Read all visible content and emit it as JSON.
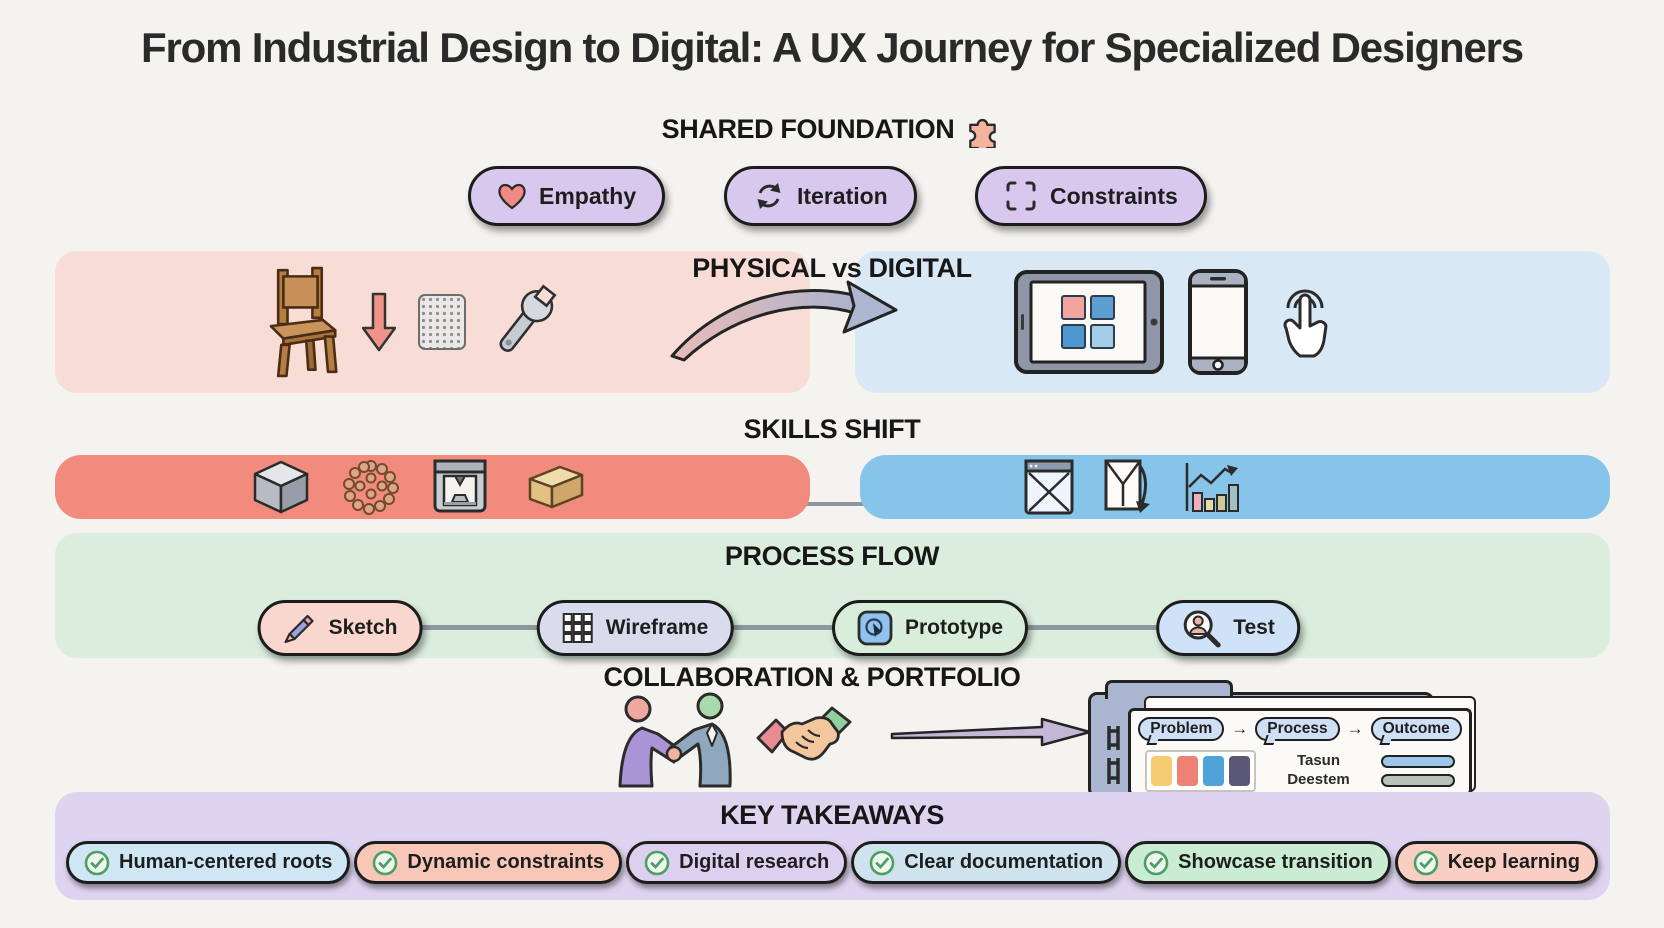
{
  "title": "From Industrial Design to Digital: A UX Journey for Specialized Designers",
  "foundation": {
    "heading": "SHARED FOUNDATION",
    "heading_icon": "puzzle-icon",
    "pills": [
      {
        "label": "Empathy",
        "icon": "heart-icon"
      },
      {
        "label": "Iteration",
        "icon": "iteration-icon"
      },
      {
        "label": "Constraints",
        "icon": "constraints-icon"
      }
    ]
  },
  "physical_digital": {
    "heading": "PHYSICAL vs DIGITAL",
    "left_icons": [
      "chair-icon",
      "down-arrow-icon",
      "texture-swatch-icon",
      "wrench-icon"
    ],
    "right_icons": [
      "tablet-icon",
      "smartphone-icon",
      "touch-gesture-icon"
    ]
  },
  "skills_shift": {
    "heading": "SKILLS SHIFT",
    "left_icons": [
      "metal-block-icon",
      "foam-particles-icon",
      "printer-3d-icon",
      "wood-block-icon"
    ],
    "right_icons": [
      "wireframe-window-icon",
      "page-interaction-icon",
      "analytics-chart-icon"
    ]
  },
  "process_flow": {
    "heading": "PROCESS FLOW",
    "steps": [
      {
        "label": "Sketch",
        "icon": "pencil-icon"
      },
      {
        "label": "Wireframe",
        "icon": "grid-icon"
      },
      {
        "label": "Prototype",
        "icon": "prototype-cursor-icon"
      },
      {
        "label": "Test",
        "icon": "user-magnifier-icon"
      }
    ]
  },
  "collaboration": {
    "heading": "COLLABORATION & PORTFOLIO",
    "icons": [
      "people-handshake-icon",
      "handshake-icon",
      "right-arrow-icon",
      "portfolio-folder-icon"
    ],
    "portfolio": {
      "bubbles": [
        "Problem",
        "Process",
        "Outcome"
      ],
      "arrow_glyph": "→",
      "caption_line1": "Tasun",
      "caption_line2": "Deestem"
    }
  },
  "takeaways": {
    "heading": "KEY TAKEAWAYS",
    "check_icon": "check-circle-icon",
    "pills": [
      {
        "label": "Human-centered roots",
        "bg": "#cfe7f4"
      },
      {
        "label": "Dynamic constraints",
        "bg": "#f8c7b8"
      },
      {
        "label": "Digital research",
        "bg": "#dcd0f0"
      },
      {
        "label": "Clear documentation",
        "bg": "#cfe3ef"
      },
      {
        "label": "Showcase transition",
        "bg": "#c9ecd3"
      },
      {
        "label": "Keep learning",
        "bg": "#f9cfc3"
      }
    ]
  },
  "colors": {
    "background": "#f5f3f0",
    "heading_text": "#171717",
    "foundation_pill": "#d9c8ee",
    "physical_panel": "#f8dcd6",
    "digital_panel": "#d8e8f4",
    "skills_physical_bar": "#f08b7d",
    "skills_digital_bar": "#87c4e9",
    "process_panel": "#dbeedd",
    "takeaways_panel": "#ded4ef",
    "step_sketch": "#f9d7cf",
    "step_wireframe": "#d8dcec",
    "step_prototype": "#d9eeda",
    "step_test": "#cfe2f7",
    "check_green": "#4c9e63"
  }
}
